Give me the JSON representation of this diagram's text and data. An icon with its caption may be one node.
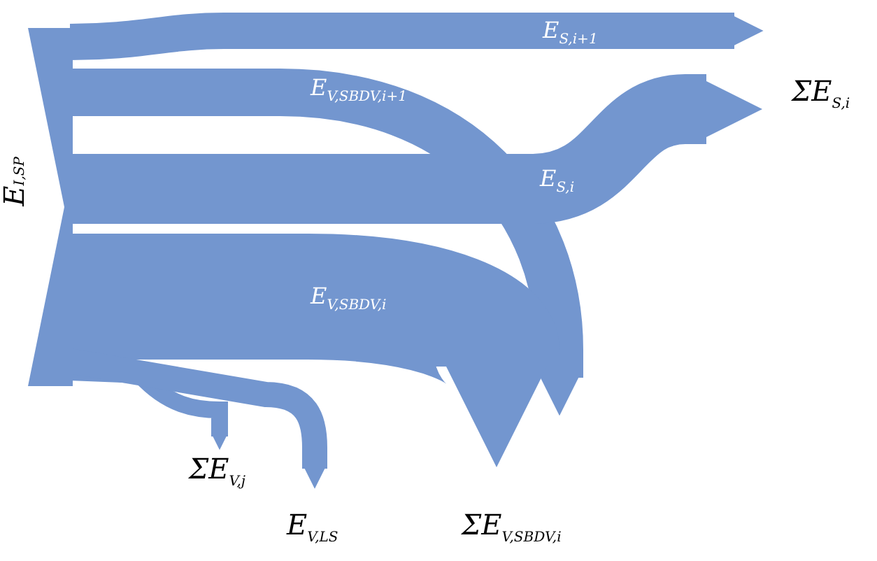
{
  "diagram": {
    "nodes": [
      {
        "text": [
          "E$_{I,SP}$"
        ]
      },
      {
        "text": [
          "ΣE$_{S,i}$"
        ]
      },
      {
        "text": [
          "ΣE$_{V,j}$"
        ]
      },
      {
        "text": [
          "E$_{V,LS}$"
        ]
      },
      {
        "text": [
          "ΣE$_{V,SBDV,i}$"
        ]
      }
    ],
    "edges": [
      {
        "from": 0,
        "to": 1,
        "arrow": "to",
        "label": "E$_{S,i+1}$"
      },
      {
        "from": 0,
        "to": 4,
        "arrow": "to",
        "label": "E$_{V,SBDV,i+1}$"
      },
      {
        "from": 0,
        "to": 1,
        "arrow": "to",
        "label": "E$_{S,i}$",
        "style": "thick"
      },
      {
        "from": 0,
        "to": 4,
        "arrow": "to",
        "label": "E$_{V,SBDV,i}$",
        "style": "thick"
      },
      {
        "from": 0,
        "to": 2,
        "arrow": "to"
      },
      {
        "from": 0,
        "to": 3,
        "arrow": "to"
      }
    ]
  }
}
